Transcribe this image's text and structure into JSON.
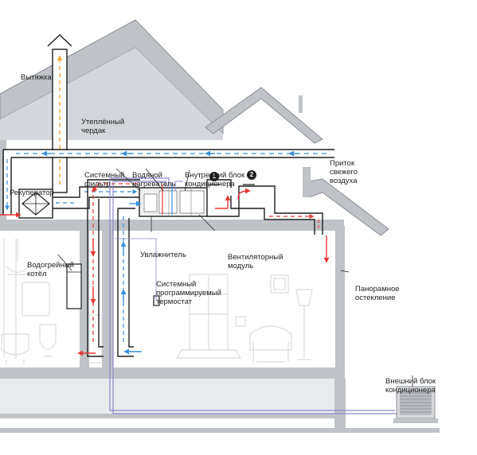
{
  "labels": {
    "exhaust": [
      "Вытяжка"
    ],
    "attic": [
      "Утеплённый",
      "чердак"
    ],
    "fresh_air": [
      "Приток",
      "свежего",
      "воздуха"
    ],
    "recuperator": [
      "Рекуператор"
    ],
    "system_filter": [
      "Системный",
      "фильтр"
    ],
    "water_heater": [
      "Водяной",
      "нагреватель"
    ],
    "indoor_unit": [
      "Внутренний блок",
      "кондиционера"
    ],
    "humidifier": [
      "Увлажнитель"
    ],
    "fan_module": [
      "Вентиляторный",
      "модуль"
    ],
    "boiler": [
      "Водогрейный",
      "котёл"
    ],
    "thermostat": [
      "Системный",
      "программируемый",
      "термостат"
    ],
    "glazing": [
      "Панорамное",
      "остекление"
    ],
    "outdoor_unit": [
      "Внешний блок",
      "кондиционера"
    ]
  },
  "badges": {
    "one": "1",
    "two": "2"
  },
  "colors": {
    "structure": "#bfc3c8",
    "structure_dark": "#8c9096",
    "duct": "#ffffff",
    "duct_outline": "#1f1f1f",
    "warm_air": "#e53935",
    "cold_air": "#3b8fd9",
    "exhaust_air": "#f2a93b",
    "refrigerant": "#8e86c9",
    "interior_line": "#d9dbde"
  }
}
